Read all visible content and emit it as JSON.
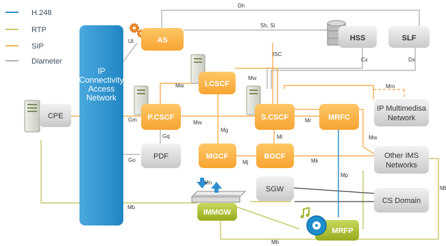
{
  "legend": [
    {
      "label": "H.248",
      "color": "#2e8fd0"
    },
    {
      "label": "RTP",
      "color": "#c8c86a"
    },
    {
      "label": "SIP",
      "color": "#f5b25a"
    },
    {
      "label": "Diameter",
      "color": "#b0b0b0"
    }
  ],
  "ipcan": {
    "lines": [
      "IP",
      "Connectivity",
      "Access",
      "Network"
    ],
    "color": "#2a93cf"
  },
  "nodes": {
    "as": "AS",
    "hss": "HSS",
    "slf": "SLF",
    "icscf": "I.CSCF",
    "pcscf": "P.CSCF",
    "scscf": "S.CSCF",
    "mrfc": "MRFC",
    "ipmm": [
      "IP Multimedisa",
      "Network"
    ],
    "cpe": "CPE",
    "pdf": "PDF",
    "mgcf": "MGCF",
    "bgcf": "BGCF",
    "other_ims": [
      "Other IMS",
      "Networks"
    ],
    "sgw": "SGW",
    "cs_domain": "CS Domain",
    "immgw": "IMMGW",
    "mrfp": "MRFP"
  },
  "interfaces": {
    "dh": "Dh",
    "sh_si": "Sh, Si",
    "ut": "Ut",
    "isc": "ISC",
    "cx": "Cx",
    "dx": "Dx",
    "mw1": "Mw",
    "mw2": "Mw",
    "mw3": "Mw",
    "mw4": "Mw",
    "mm": "Mm",
    "gm": "Gm",
    "mr": "Mr",
    "gq": "Gq",
    "mg": "Mg",
    "mi": "Mi",
    "go": "Go",
    "mj": "Mj",
    "mk": "Mk",
    "mn": "Mn",
    "mp": "Mp",
    "mb1": "Mb",
    "mb2": "Mb",
    "mb3": "Mb"
  }
}
